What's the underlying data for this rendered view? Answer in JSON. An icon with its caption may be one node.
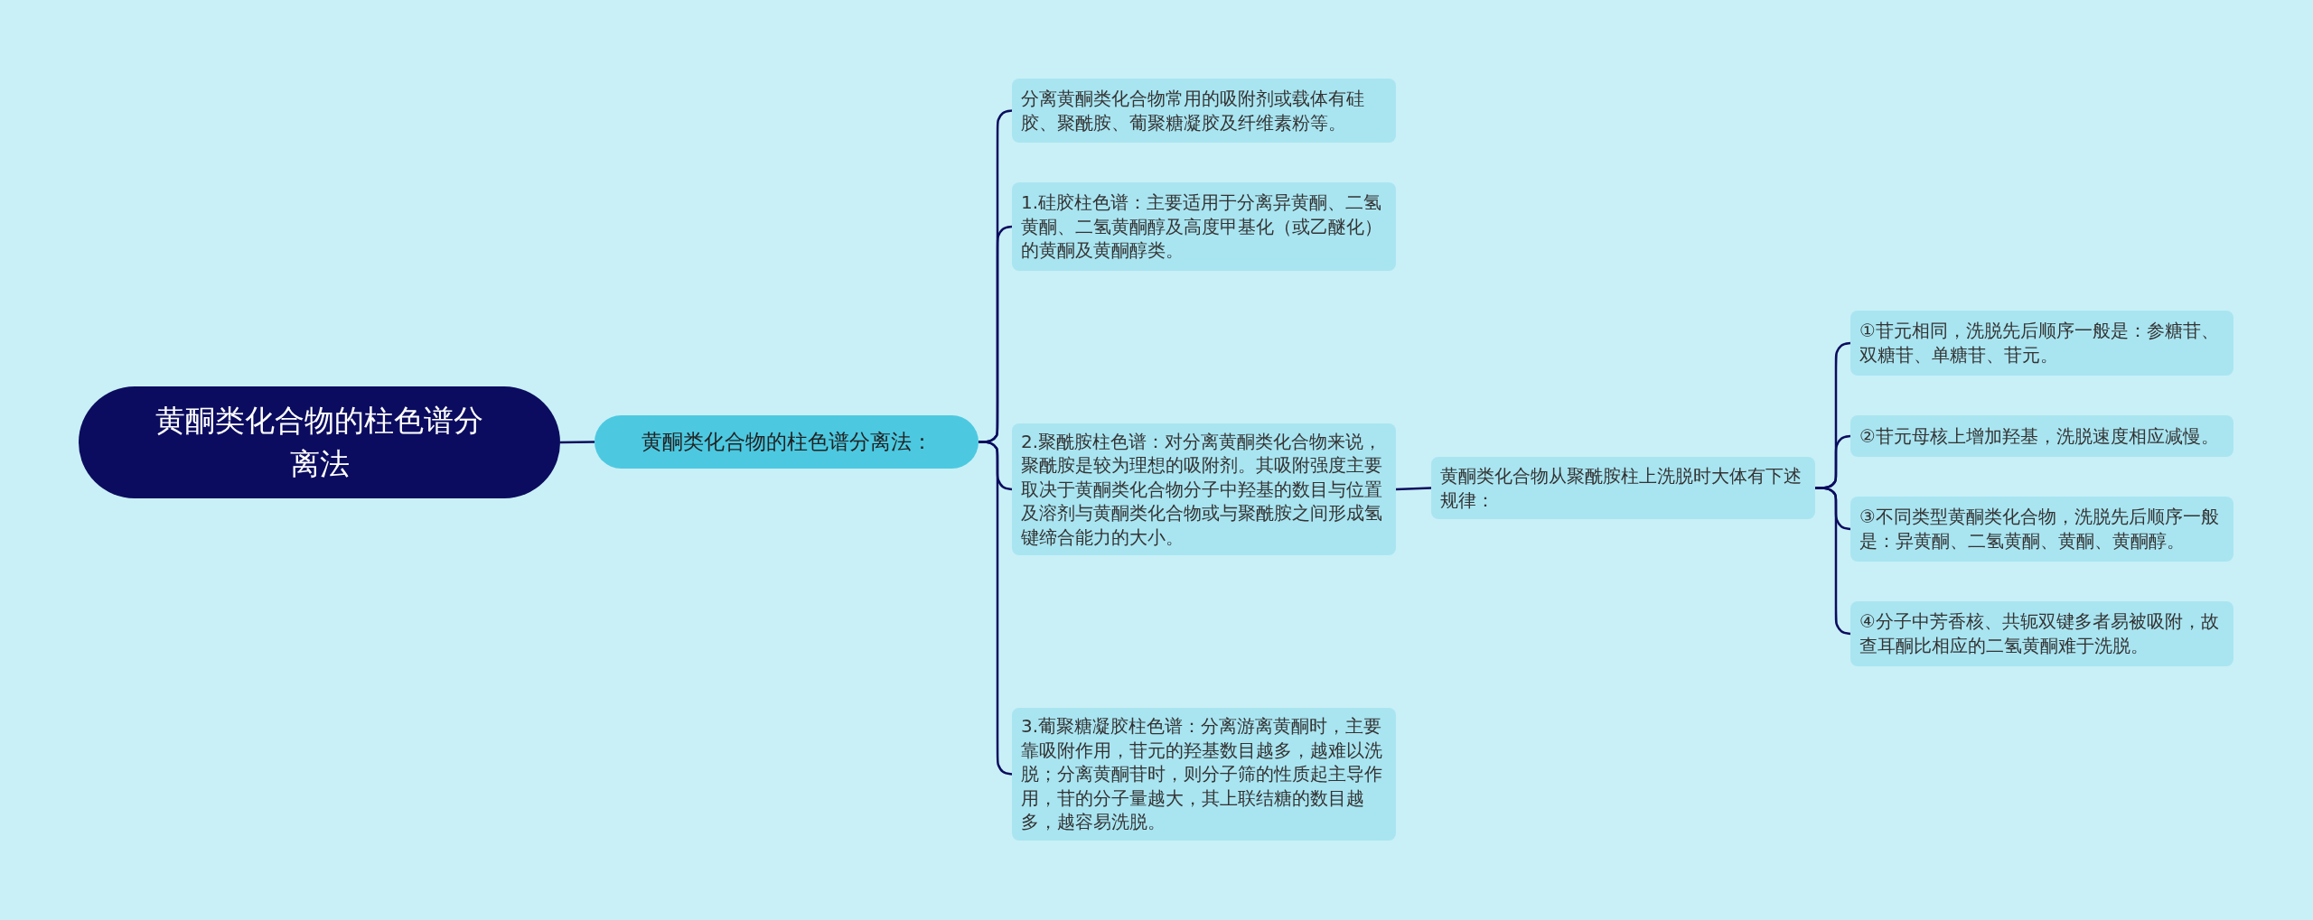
{
  "diagram": {
    "nodes": [
      {
        "text": [
          "黄酮类化合物的柱色谱分离法"
        ]
      },
      {
        "text": [
          "黄酮类化合物的柱色谱分离法："
        ]
      },
      {
        "text": [
          "分离黄酮类化合物常用的吸附剂或载体有硅胶、聚酰胺、葡聚糖凝胶及纤维素粉等。"
        ]
      },
      {
        "text": [
          "1.硅胶柱色谱：主要适用于分离异黄酮、二氢黄酮、二氢黄酮醇及高度甲基化（或乙醚化）的黄酮及黄酮醇类。"
        ]
      },
      {
        "text": [
          "2.聚酰胺柱色谱：对分离黄酮类化合物来说，聚酰胺是较为理想的吸附剂。其吸附强度主要取决于黄酮类化合物分子中羟基的数目与位置及溶剂与黄酮类化合物或与聚酰胺之间形成氢键缔合能力的大小。"
        ]
      },
      {
        "text": [
          "3.葡聚糖凝胶柱色谱：分离游离黄酮时，主要靠吸附作用，苷元的羟基数目越多，越难以洗脱；分离黄酮苷时，则分子筛的性质起主导作用，苷的分子量越大，其上联结糖的数目越多，越容易洗脱。"
        ]
      },
      {
        "text": [
          "黄酮类化合物从聚酰胺柱上洗脱时大体有下述规律："
        ]
      },
      {
        "text": [
          "①苷元相同，洗脱先后顺序一般是：参糖苷、双糖苷、单糖苷、苷元。"
        ]
      },
      {
        "text": [
          "②苷元母核上增加羟基，洗脱速度相应减慢。"
        ]
      },
      {
        "text": [
          "③不同类型黄酮类化合物，洗脱先后顺序一般是：异黄酮、二氢黄酮、黄酮、黄酮醇。"
        ]
      },
      {
        "text": [
          "④分子中芳香核、共轭双键多者易被吸附，故查耳酮比相应的二氢黄酮难于洗脱。"
        ]
      }
    ],
    "edges": [
      {
        "from": 0,
        "to": 1,
        "arrow": "none"
      },
      {
        "from": 1,
        "to": 2,
        "arrow": "none"
      },
      {
        "from": 1,
        "to": 3,
        "arrow": "none"
      },
      {
        "from": 1,
        "to": 4,
        "arrow": "none"
      },
      {
        "from": 1,
        "to": 5,
        "arrow": "none"
      },
      {
        "from": 4,
        "to": 6,
        "arrow": "none"
      },
      {
        "from": 6,
        "to": 7,
        "arrow": "none"
      },
      {
        "from": 6,
        "to": 8,
        "arrow": "none"
      },
      {
        "from": 6,
        "to": 9,
        "arrow": "none"
      },
      {
        "from": 6,
        "to": 10,
        "arrow": "none"
      }
    ]
  }
}
